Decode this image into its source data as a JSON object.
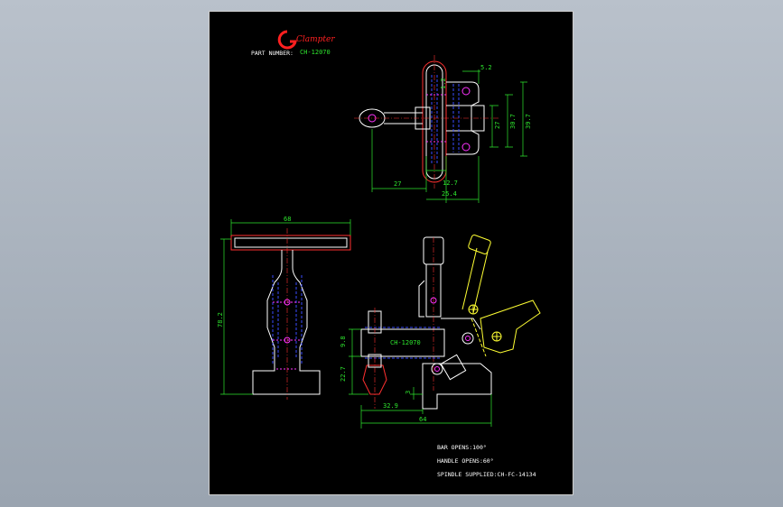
{
  "brand": {
    "logo_text": "Clampter"
  },
  "part_number": {
    "label": "PART NUMBER:",
    "value": "CH-12070"
  },
  "dimensions": {
    "top_5_2": "5.2",
    "top_27v": "27",
    "top_30_7": "30.7",
    "top_39_7": "39.7",
    "top_27h": "27",
    "top_12_7": "12.7",
    "top_25_4": "25.4",
    "top_1_2": "1.2",
    "front_68": "68",
    "front_78_2": "78.2",
    "side_9_8": "9.8",
    "side_22_7": "22.7",
    "side_3": "3",
    "side_32_9": "32.9",
    "side_64": "64",
    "body_mark": "CH-12070"
  },
  "notes": [
    "BAR OPENS:100°",
    "HANDLE OPENS:60°",
    "SPINDLE SUPPLIED:CH-FC-14134"
  ]
}
